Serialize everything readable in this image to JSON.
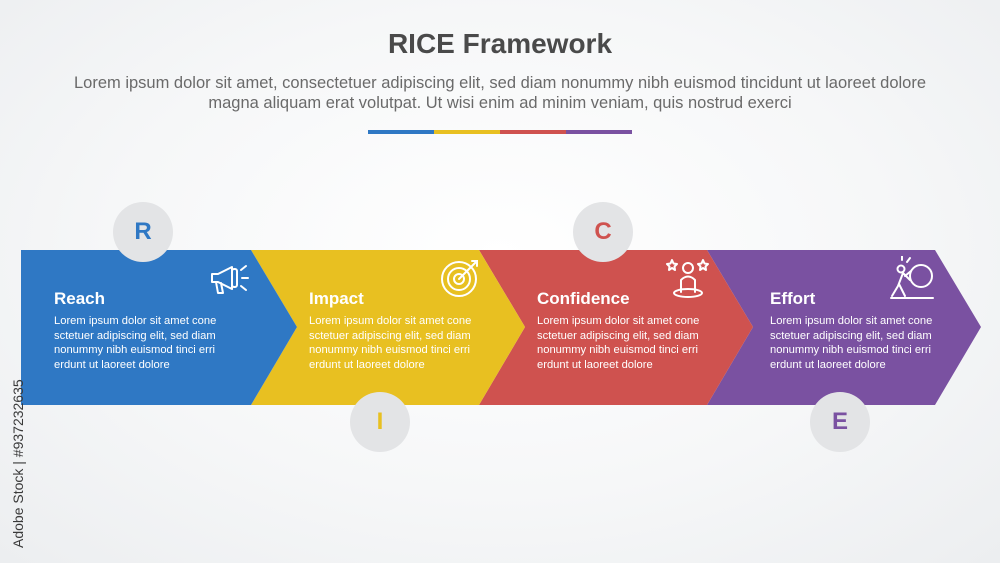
{
  "header": {
    "title": "RICE Framework",
    "subtitle": "Lorem ipsum dolor sit amet, consectetuer adipiscing elit, sed diam nonummy nibh euismod tincidunt ut laoreet dolore magna aliquam erat volutpat. Ut wisi enim ad minim veniam, quis nostrud exerci"
  },
  "colors": {
    "reach": "#2f78c4",
    "impact": "#e8c021",
    "confidence": "#cf524f",
    "effort": "#7a51a1"
  },
  "segments": [
    {
      "letter": "R",
      "title": "Reach",
      "description": "Lorem ipsum dolor sit amet cone sctetuer adipiscing elit, sed diam nonummy nibh euismod tinci erri erdunt ut laoreet dolore",
      "icon": "megaphone-icon"
    },
    {
      "letter": "I",
      "title": "Impact",
      "description": "Lorem ipsum dolor sit amet cone sctetuer adipiscing elit, sed diam nonummy nibh euismod tinci erri erdunt ut laoreet dolore",
      "icon": "target-icon"
    },
    {
      "letter": "C",
      "title": "Confidence",
      "description": "Lorem ipsum dolor sit amet cone sctetuer adipiscing elit, sed diam nonummy nibh euismod tinci erri erdunt ut laoreet dolore",
      "icon": "person-stars-icon"
    },
    {
      "letter": "E",
      "title": "Effort",
      "description": "Lorem ipsum dolor sit amet cone sctetuer adipiscing elit, sed diam nonummy nibh euismod tinci erri erdunt ut laoreet dolore",
      "icon": "pushing-boulder-icon"
    }
  ],
  "watermark": "Adobe Stock | #937232635"
}
